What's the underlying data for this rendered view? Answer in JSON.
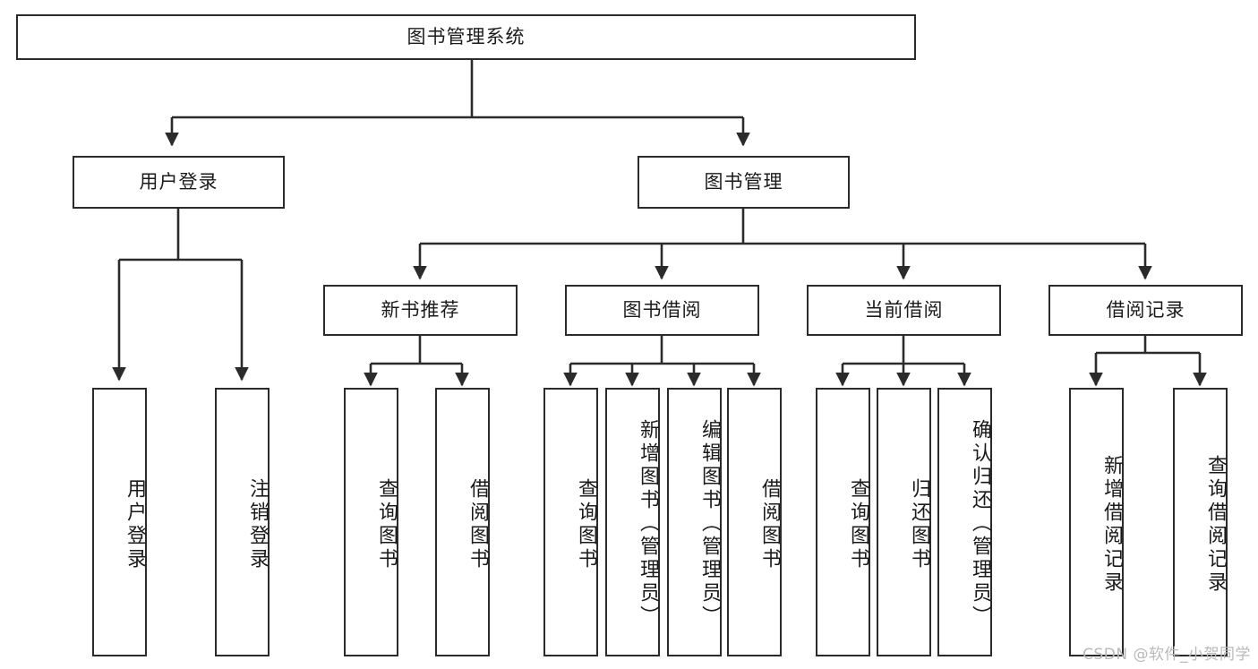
{
  "diagram": {
    "type": "tree",
    "title": "图书管理系统",
    "levels": 4,
    "root": {
      "id": "root",
      "label": "图书管理系统"
    },
    "level2": [
      {
        "id": "user-login",
        "label": "用户登录"
      },
      {
        "id": "book-manage",
        "label": "图书管理"
      }
    ],
    "level3": [
      {
        "id": "new-book-rec",
        "label": "新书推荐",
        "parent": "book-manage"
      },
      {
        "id": "book-borrow",
        "label": "图书借阅",
        "parent": "book-manage"
      },
      {
        "id": "current-borrow",
        "label": "当前借阅",
        "parent": "book-manage"
      },
      {
        "id": "borrow-record",
        "label": "借阅记录",
        "parent": "book-manage"
      }
    ],
    "leaves": [
      {
        "id": "leaf-user-login",
        "label": "用户登录",
        "parent": "user-login"
      },
      {
        "id": "leaf-logout-login",
        "label": "注销登录",
        "parent": "user-login"
      },
      {
        "id": "leaf-query-book-1",
        "label": "查询图书",
        "parent": "new-book-rec"
      },
      {
        "id": "leaf-borrow-book-1",
        "label": "借阅图书",
        "parent": "new-book-rec"
      },
      {
        "id": "leaf-query-book-2",
        "label": "查询图书",
        "parent": "book-borrow"
      },
      {
        "id": "leaf-add-book",
        "label": "新增图书（管理员）",
        "parent": "book-borrow"
      },
      {
        "id": "leaf-edit-book",
        "label": "编辑图书（管理员）",
        "parent": "book-borrow"
      },
      {
        "id": "leaf-borrow-book-2",
        "label": "借阅图书",
        "parent": "book-borrow"
      },
      {
        "id": "leaf-query-book-3",
        "label": "查询图书",
        "parent": "current-borrow"
      },
      {
        "id": "leaf-return-book",
        "label": "归还图书",
        "parent": "current-borrow"
      },
      {
        "id": "leaf-confirm-return",
        "label": "确认归还（管理员）",
        "parent": "current-borrow"
      },
      {
        "id": "leaf-add-record",
        "label": "新增借阅记录",
        "parent": "borrow-record"
      },
      {
        "id": "leaf-query-record",
        "label": "查询借阅记录",
        "parent": "borrow-record"
      }
    ],
    "colors": {
      "stroke": "#2b2b2b",
      "fill": "#ffffff",
      "text": "#1b1b1b",
      "watermark": "#b9b9b9"
    }
  },
  "watermark": {
    "text": "CSDN @软件_小贺同学"
  }
}
